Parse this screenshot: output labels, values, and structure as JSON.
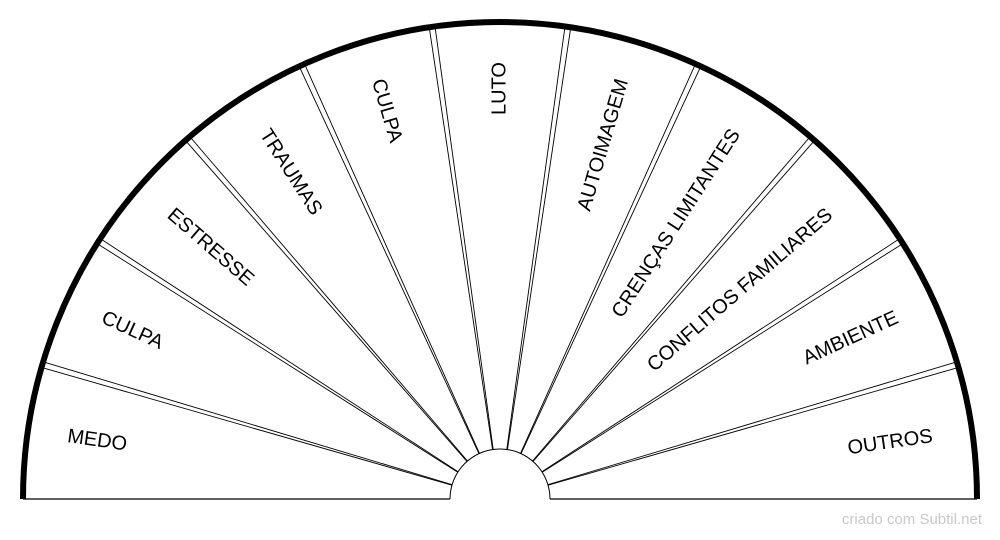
{
  "sectors": [
    "MEDO",
    "CULPA",
    "ESTRESSE",
    "TRAUMAS",
    "CULPA",
    "LUTO",
    "AUTOIMAGEM",
    "CRENÇAS LIMITANTES",
    "CONFLITOS FAMILIARES",
    "AMBIENTE",
    "OUTROS"
  ],
  "footer": "criado com Subtil.net",
  "colors": {
    "line": "#000000",
    "background": "#ffffff",
    "footer": "#c9c9c9"
  }
}
